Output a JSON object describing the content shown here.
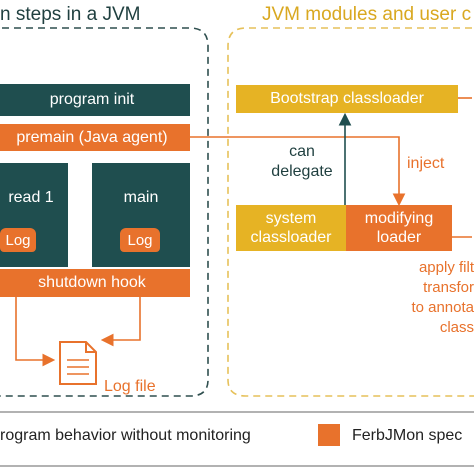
{
  "diagram": {
    "left_panel_title": "n steps in a JVM",
    "right_panel_title": "JVM modules and user c",
    "program_init": "program init",
    "premain": "premain (Java agent)",
    "thread_label": "read 1",
    "main_label": "main",
    "log_left": "Log",
    "log_right": "Log",
    "shutdown_hook": "shutdown hook",
    "log_file": "Log file",
    "bootstrap": "Bootstrap classloader",
    "can_delegate": [
      "can",
      "delegate"
    ],
    "inject": "inject",
    "system_classloader": [
      "system",
      "classloader"
    ],
    "modifying_loader": [
      "modifying",
      "loader"
    ],
    "apply_filter": [
      "apply filt",
      "transfor",
      "to annota",
      "class"
    ]
  },
  "legend": {
    "program_behavior": "rogram behavior without monitoring",
    "ferbjmon": "FerbJMon spec"
  },
  "colors": {
    "dark_teal": "#1f4e4f",
    "orange": "#e8722c",
    "gold": "#e6b324",
    "dashed_left": "#2f4f4f",
    "dashed_right": "#e6c15a"
  }
}
